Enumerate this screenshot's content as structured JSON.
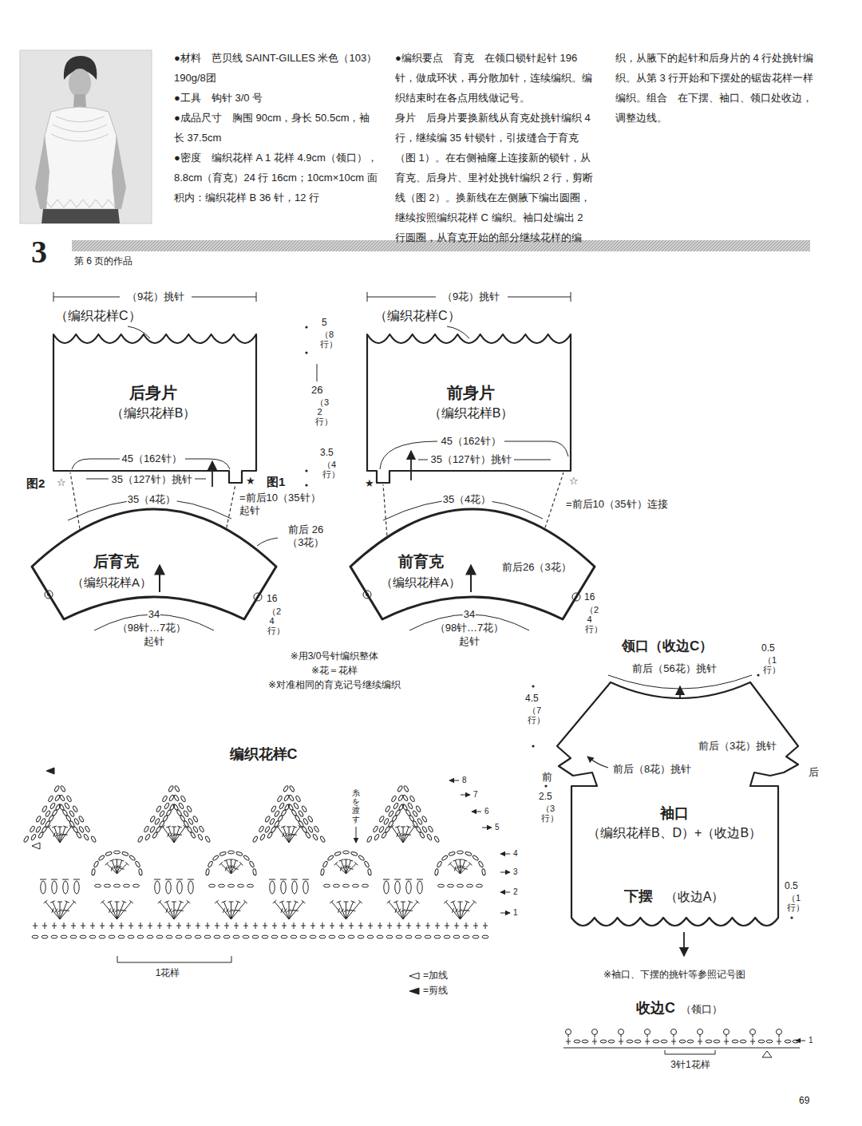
{
  "diagram": {
    "nodes": [
      {
        "text": [
          "后身片",
          "（编织花样B）"
        ]
      },
      {
        "text": [
          "前身片",
          "（编织花样B）"
        ]
      },
      {
        "text": [
          "后育克",
          "（编织花样A）"
        ]
      },
      {
        "text": [
          "前育克",
          "（编织花样A）"
        ]
      },
      {
        "text": [
          "袖口",
          "（编织花样B、D）+（收边B）",
          "下摆",
          "（收边A）"
        ]
      }
    ],
    "edges": [
      {
        "from": 2,
        "to": 0,
        "arrow": "none"
      },
      {
        "from": 2,
        "to": 0,
        "arrow": "none"
      },
      {
        "from": 3,
        "to": 1,
        "arrow": "none"
      },
      {
        "from": 3,
        "to": 1,
        "arrow": "none"
      }
    ],
    "labels": [
      "●材料　芭贝线 SAINT-GILLES 米色（103）190g/8团",
      "●工具　钩针 3/0 号",
      "●成品尺寸　胸围 90cm，身长 50.5cm，袖长 37.5cm",
      "●密度　编织花样 A 1 花样 4.9cm（领口），8.8cm（育克）24 行 16cm；10cm×10cm 面积内：编织花样 B 36 针，12 行",
      "●编织要点　育克　在领口锁针起针 196 针，做成环状，再分散加针，连续编织。编织结束时在各点用线做记号。",
      "身片　后身片要换新线从育克处挑针编织 4 行，继续编 35 针锁针，引拔缝合于育克（图 1）。在右侧袖窿上连接新的锁针，从育克、后身片、里衬处挑针编织 2 行，剪断线（图 2）。换新线在左侧腋下编出圆圈，继续按照编织花样 C 编织。袖口处编出 2 行圆圈，从育克开始的部分继续花样的编织，从腋下的起针和后身片的 4 行处挑针编织。从第 3 行开始和下摆处的锯齿花样一样编织。组合　在下摆、袖口、领口处收边，调整边线。",
      "3",
      "第 6 页的作品",
      "（9花）挑针",
      "（编织花样C）",
      "5",
      "（8行）",
      "26",
      "（32行）",
      "3.5",
      "（4行）",
      "45（162针）",
      "35（127针）挑针",
      "图2",
      "☆",
      "★",
      "图1",
      "=前后10（35针）起针",
      "35（4花）",
      "前后 26（3花）",
      "16",
      "（24行）",
      "34",
      "（98针…7花）",
      "起针",
      "（9花）挑针",
      "（编织花样C）",
      "45（162针）",
      "35（127针）挑针",
      "★",
      "☆",
      "=前后10（35针）连接",
      "35（4花）",
      "前后26（3花）",
      "16",
      "（24行）",
      "34",
      "（98针…7花）",
      "起针",
      "※用3/0号针编织整体",
      "※花＝花样",
      "※对准相同的育克记号继续编织",
      "编织花样C",
      "8",
      "7",
      "6",
      "5",
      "4",
      "3",
      "2",
      "1",
      "糸を渡す",
      "1花样",
      "领口（收边C）",
      "0.5",
      "（1行）",
      "前后（56花）挑针",
      "4.5",
      "（7行）",
      "前后（3花）挑针",
      "后",
      "前",
      "前后（8花）挑针",
      "2.5",
      "（3行）",
      "0.5",
      "（1行）",
      "※袖口、下摆的挑针等参照记号图",
      "收边C",
      "（领口）",
      "1",
      "3针1花样",
      "69"
    ],
    "legend": [
      {
        "text": "=加线"
      },
      {
        "text": "=剪线"
      }
    ]
  }
}
